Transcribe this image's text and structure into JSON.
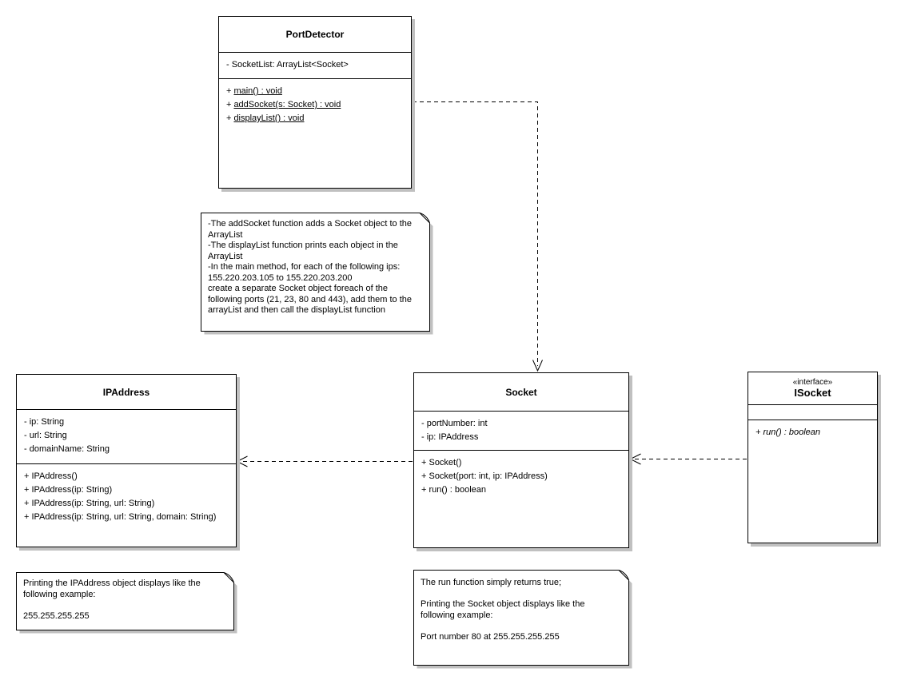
{
  "canvas": {
    "background": "#ffffff",
    "line_color": "#000000",
    "shadow_color": "#c0c0c0"
  },
  "classes": [
    {
      "name": "PortDetector",
      "attributes": [
        "- SocketList: ArrayList<Socket>"
      ],
      "static_methods": [
        {
          "prefix": "+",
          "signature": "main() : void"
        },
        {
          "prefix": "+",
          "signature": "addSocket(s: Socket) : void"
        },
        {
          "prefix": "+",
          "signature": "displayList() : void"
        }
      ]
    },
    {
      "name": "IPAddress",
      "attributes": [
        "- ip: String",
        "- url: String",
        "- domainName: String"
      ],
      "methods": [
        "+ IPAddress()",
        "+ IPAddress(ip: String)",
        "+ IPAddress(ip: String, url: String)",
        "+ IPAddress(ip: String, url: String, domain: String)"
      ]
    },
    {
      "name": "Socket",
      "attributes": [
        "- portNumber: int",
        "- ip: IPAddress"
      ],
      "methods": [
        "+ Socket()",
        "+ Socket(port: int, ip: IPAddress)",
        "+ run() : boolean"
      ]
    },
    {
      "stereotype": "«interface»",
      "name": "ISocket",
      "attributes": [],
      "italic_methods": [
        "+ run() : boolean"
      ]
    }
  ],
  "notes": [
    {
      "text": "-The addSocket function adds a Socket object to the\nArrayList\n-The displayList function prints each object in the\nArrayList\n-In the main method, for each of the following ips:\n155.220.203.105 to 155.220.203.200\ncreate a separate Socket object foreach of the\nfollowing ports (21, 23, 80 and 443), add them to the\narrayList and then call the displayList function"
    },
    {
      "text": "Printing the IPAddress object displays like the\nfollowing example:\n\n255.255.255.255"
    },
    {
      "text": "The run function simply returns true;\n\nPrinting the Socket object displays like the\nfollowing example:\n\nPort number 80 at 255.255.255.255"
    }
  ],
  "connectors": [
    {
      "from": "PortDetector",
      "to": "Socket",
      "style": "dashed-open-arrow"
    },
    {
      "from": "Socket",
      "to": "IPAddress",
      "style": "dashed-open-arrow"
    },
    {
      "from": "ISocket",
      "to": "Socket",
      "style": "dashed-open-arrow"
    }
  ]
}
